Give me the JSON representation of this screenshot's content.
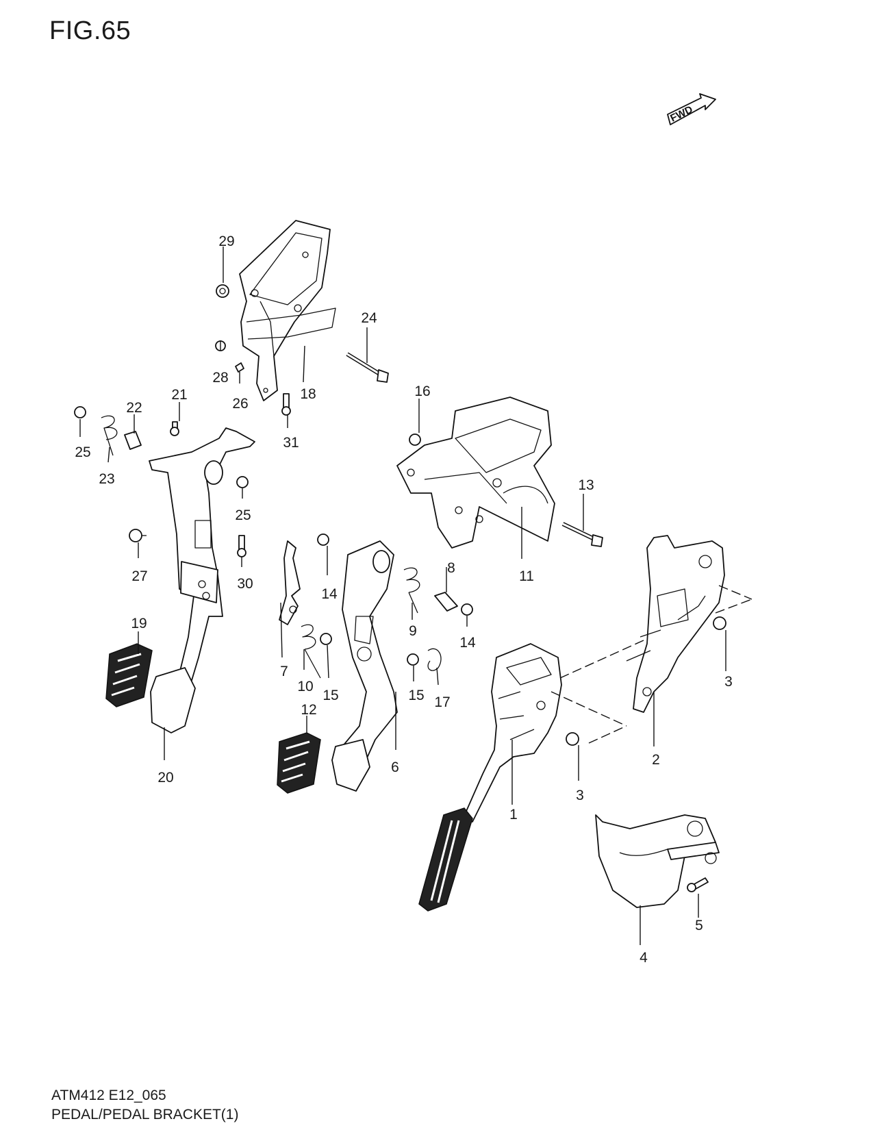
{
  "figure": {
    "title": "FIG.65",
    "fwd_label": "FWD",
    "code": "ATM412 E12_065",
    "name": "PEDAL/PEDAL BRACKET(1)"
  },
  "callouts": [
    "1",
    "2",
    "3",
    "3",
    "4",
    "5",
    "6",
    "7",
    "8",
    "9",
    "10",
    "11",
    "12",
    "13",
    "14",
    "14",
    "15",
    "15",
    "16",
    "17",
    "18",
    "19",
    "20",
    "21",
    "22",
    "23",
    "24",
    "25",
    "25",
    "26",
    "27",
    "28",
    "29",
    "30",
    "31"
  ]
}
